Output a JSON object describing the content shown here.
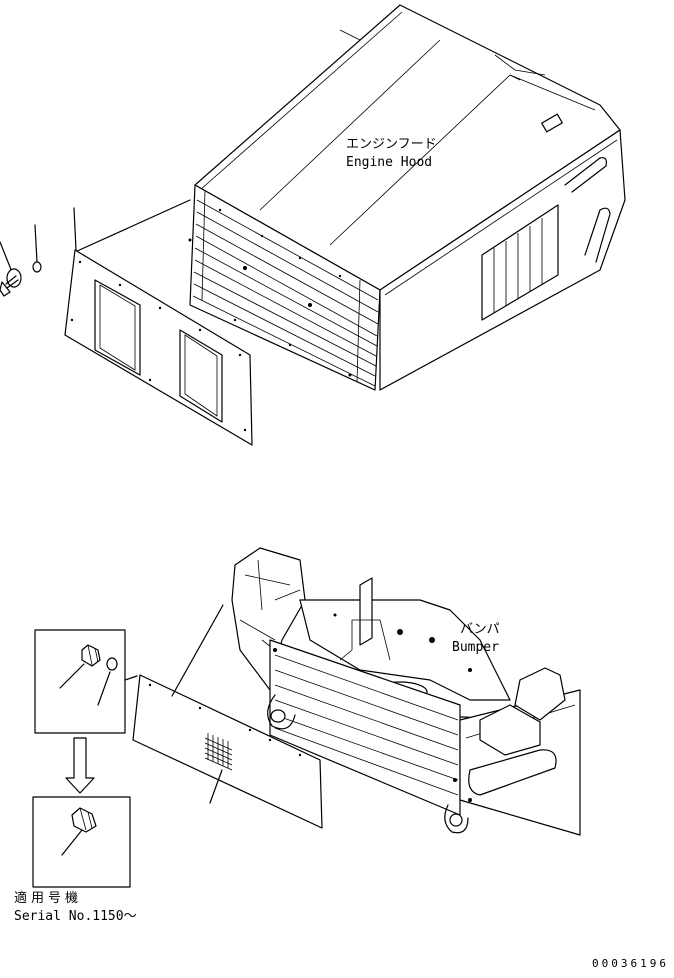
{
  "labels": {
    "engine_hood_jp": "エンジンフード",
    "engine_hood_en": "Engine Hood",
    "bumper_jp": "バンパ",
    "bumper_en": "Bumper",
    "serial_jp": "適用号機",
    "serial_en": "Serial No.1150〜"
  },
  "drawing_code": "00036196"
}
